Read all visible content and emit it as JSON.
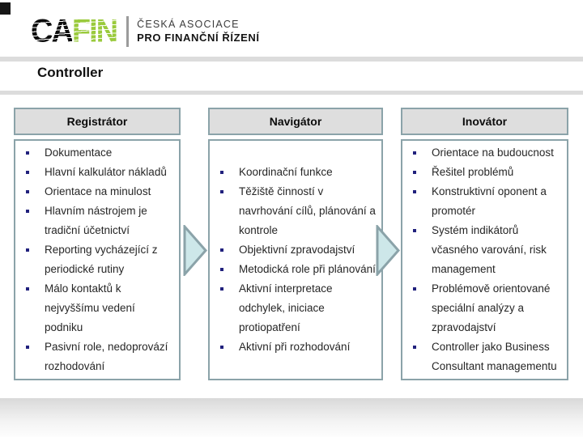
{
  "slide": {
    "title": "Controller"
  },
  "logo": {
    "brand_part1": "CA",
    "brand_part2": "FIN",
    "tagline_line1": "ČESKÁ ASOCIACE",
    "tagline_line2": "PRO FINANČNÍ ŘÍZENÍ"
  },
  "columns": [
    {
      "header": "Registrátor",
      "items": [
        "Dokumentace",
        "Hlavní kalkulátor nákladů",
        "Orientace na minulost",
        "Hlavním nástrojem je tradiční účetnictví",
        "Reporting vycházející z periodické rutiny",
        "Málo kontaktů k nejvyššímu vedení podniku",
        "Pasivní role, nedoprovází rozhodování"
      ]
    },
    {
      "header": "Navigátor",
      "items": [
        "Koordinační funkce",
        "Těžiště činností v navrhování cílů, plánování a kontrole",
        "Objektivní zpravodajství",
        "Metodická role při plánování",
        "Aktivní interpretace odchylek, iniciace protiopatření",
        "Aktivní při rozhodování"
      ]
    },
    {
      "header": "Inovátor",
      "items": [
        "Orientace na budoucnost",
        "Řešitel problémů",
        "Konstruktivní oponent a promotér",
        "Systém indikátorů včasného varování, risk management",
        "Problémově orientované speciální analýzy a zpravodajství",
        "Controller jako Business Consultant managementu"
      ]
    }
  ],
  "colors": {
    "box_border": "#8ba3a9",
    "header_fill": "#dedede",
    "arrow_fill": "#cde7e9",
    "bullet": "#21217d",
    "brand_green": "#9aca3c",
    "band_gray": "#dcdcdc"
  }
}
